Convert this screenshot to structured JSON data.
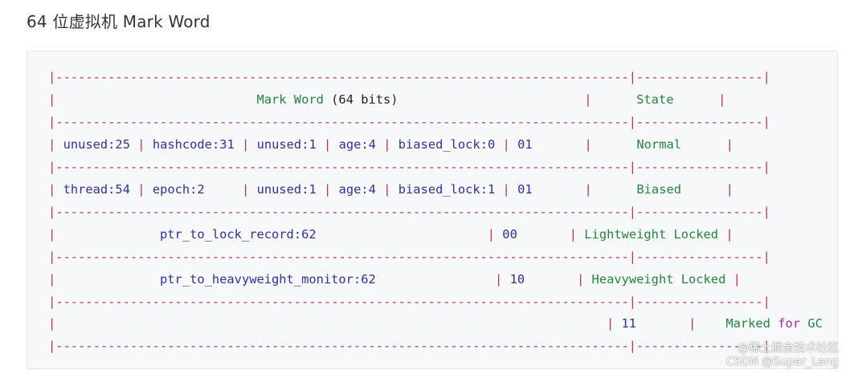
{
  "heading": "64 位虚拟机 Mark Word",
  "sep": {
    "left": "|-----------------------------------------------------------------------------",
    "right": "|-----------------",
    "end": "|"
  },
  "pipe": "|",
  "header": {
    "mark_word": "Mark Word",
    "open": " (",
    "num": "64",
    "bits": " bits)",
    "state": "State"
  },
  "rows": [
    {
      "fields": [
        "unused:25",
        "hashcode:31",
        "unused:1",
        "age:4",
        "biased_lock:0"
      ],
      "bits": "01",
      "state": "Normal"
    },
    {
      "fields": [
        "thread:54",
        "epoch:2",
        "unused:1",
        "age:4",
        "biased_lock:1"
      ],
      "bits": "01",
      "state": "Biased"
    },
    {
      "fields": [
        "ptr_to_lock_record:62"
      ],
      "bits": "00",
      "state": "Lightweight Locked"
    },
    {
      "fields": [
        "ptr_to_heavyweight_monitor:62"
      ],
      "bits": "10",
      "state": "Heavyweight Locked"
    },
    {
      "fields": [],
      "bits": "11",
      "state_parts": [
        "Marked",
        "for",
        "GC"
      ]
    }
  ],
  "watermark": {
    "line1": "@稀土掘金技术社区",
    "line2": "CSDN @Super_Leng"
  },
  "colors": {
    "border": "#c0334a",
    "field": "#2f2fa3",
    "state": "#22863a",
    "keyword": "#a626a4"
  }
}
